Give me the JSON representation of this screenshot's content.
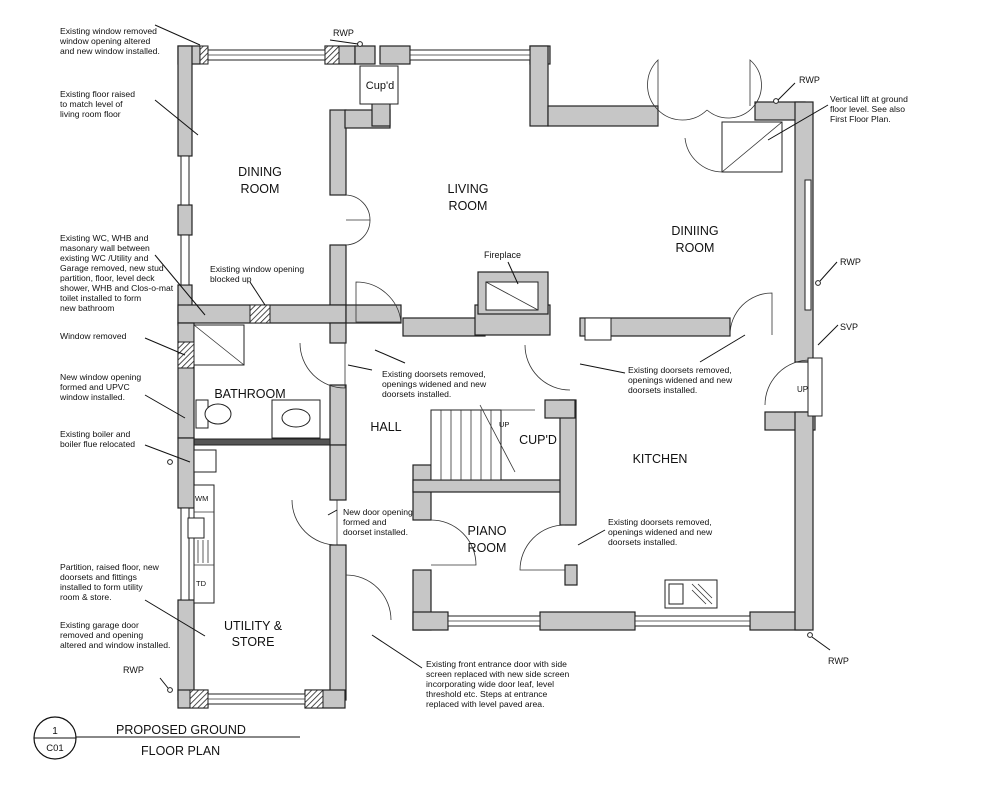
{
  "title": {
    "number": "1",
    "sheet": "C01",
    "line1": "PROPOSED GROUND",
    "line2": "FLOOR PLAN"
  },
  "rooms": {
    "dining_room_1": "DINING",
    "dining_room_2": "ROOM",
    "living_room_1": "LIVING",
    "living_room_2": "ROOM",
    "diniing_room_1": "DINIING",
    "diniing_room_2": "ROOM",
    "bathroom": "BATHROOM",
    "hall": "HALL",
    "cupd_upper": "Cup'd",
    "cupd_stair": "CUP'D",
    "kitchen": "KITCHEN",
    "piano_room_1": "PIANO",
    "piano_room_2": "ROOM",
    "utility_1": "UTILITY &",
    "utility_2": "STORE"
  },
  "labels": {
    "fireplace": "Fireplace",
    "up_stair": "UP",
    "up_lift": "UP",
    "wm": "WM",
    "td": "TD",
    "rwp": "RWP",
    "svp": "SVP"
  },
  "notes": {
    "n1": [
      "Existing window removed",
      "window opening altered",
      "and new window installed."
    ],
    "n2": [
      "Existing floor raised",
      "to match level of",
      "living room floor"
    ],
    "n3": [
      "Existing WC, WHB and",
      "masonary wall between",
      "existing WC /Utility and",
      "Garage removed, new stud",
      "partition, floor, level deck",
      "shower, WHB and Clos-o-mat",
      "toilet installed to form",
      "new bathroom"
    ],
    "n4": [
      "Existing window opening",
      "blocked up"
    ],
    "n5": [
      "Window removed"
    ],
    "n6": [
      "New window opening",
      "formed and UPVC",
      "window installed."
    ],
    "n7": [
      "Existing boiler and",
      "boiler flue relocated"
    ],
    "n8": [
      "Partition, raised floor, new",
      "doorsets and fittings",
      "installed to form utility",
      "room & store."
    ],
    "n9": [
      "Existing garage door",
      "removed and opening",
      "altered and window installed."
    ],
    "n10": [
      "Existing doorsets removed,",
      "openings widened and new",
      "doorsets installed."
    ],
    "n11": [
      "Existing doorsets removed,",
      "openings widened and new",
      "doorsets installed."
    ],
    "n12": [
      "New door opening",
      "formed and",
      "doorset installed."
    ],
    "n13": [
      "Existing doorsets removed,",
      "openings widened and new",
      "doorsets installed."
    ],
    "n14": [
      "Vertical lift at ground",
      "floor level.  See also",
      "First Floor Plan."
    ],
    "n15": [
      "Existing front entrance door with side",
      "screen replaced with new side screen",
      "incorporating wide door leaf, level",
      "threshold etc.  Steps at entrance",
      "replaced with level paved area."
    ]
  }
}
